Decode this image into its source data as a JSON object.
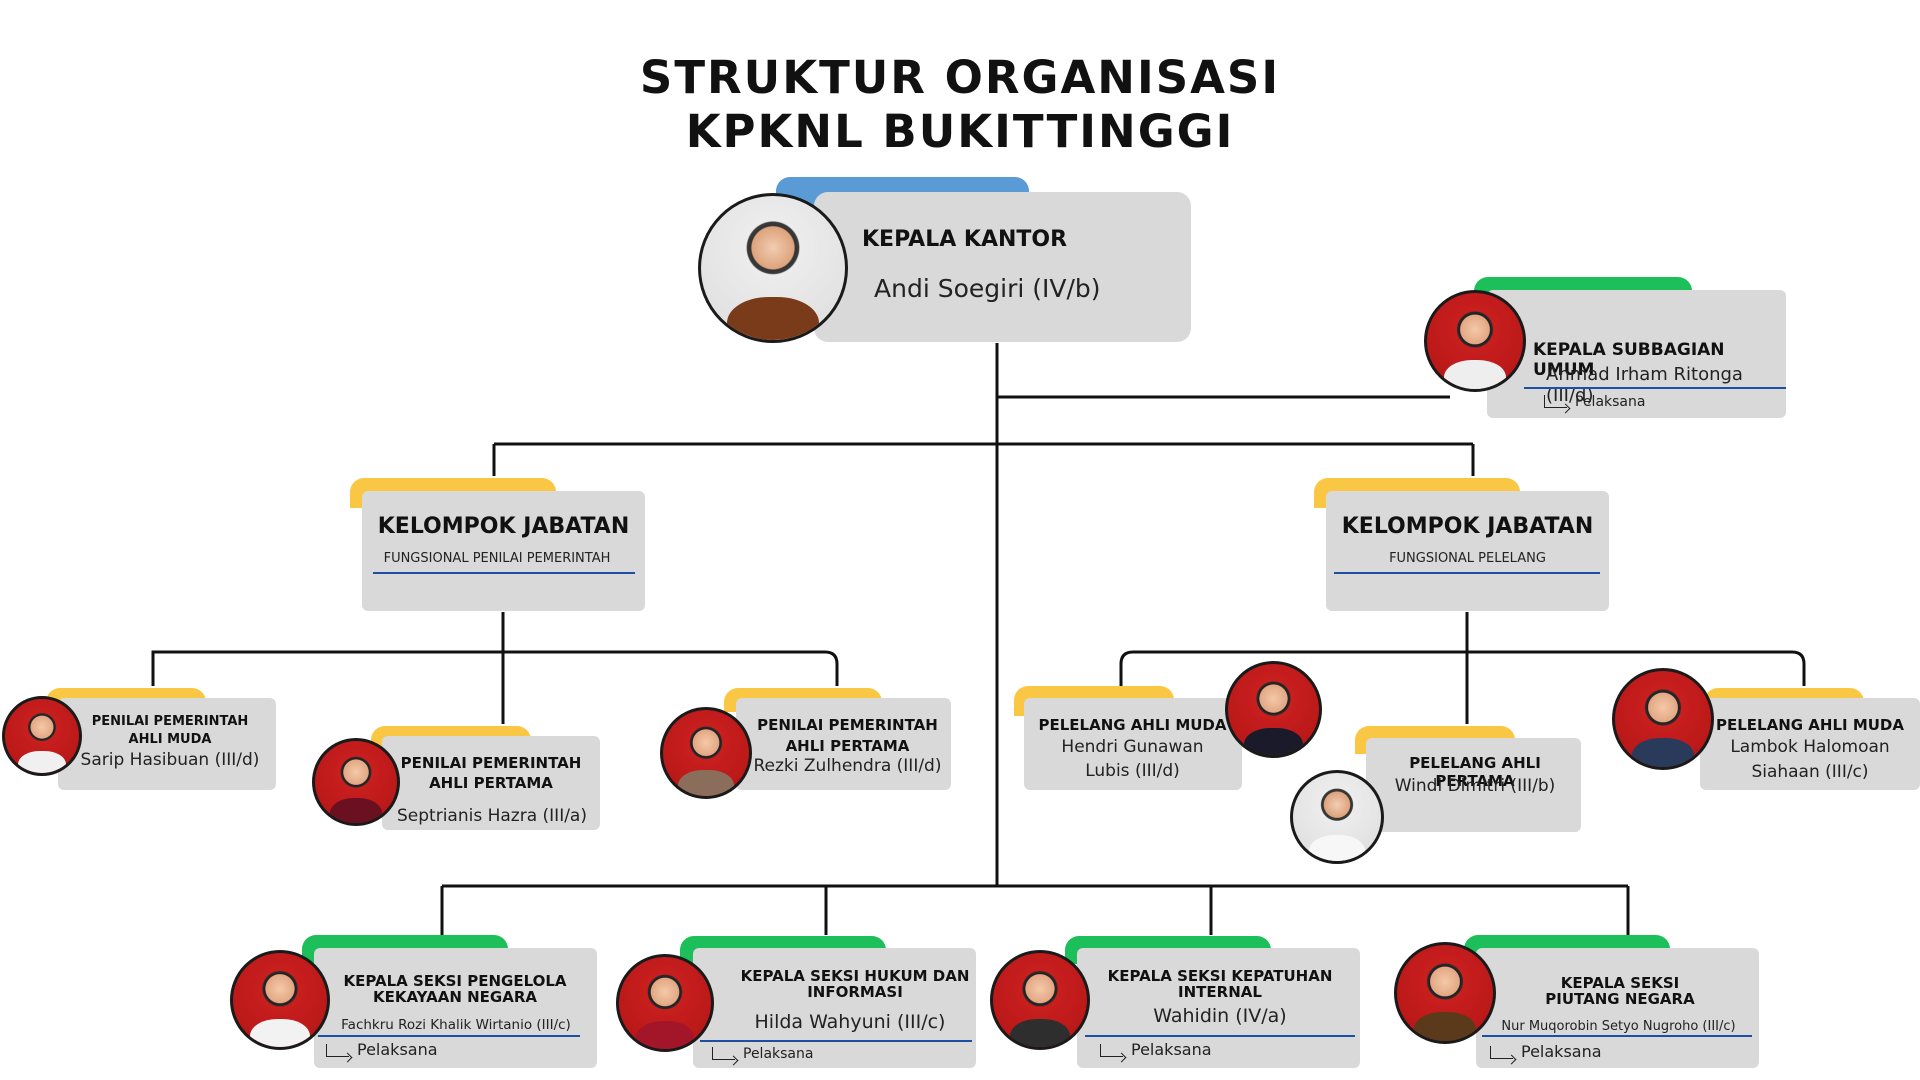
{
  "title": {
    "line1": "STRUKTUR ORGANISASI",
    "line2": "KPKNL BUKITTINGGI"
  },
  "colors": {
    "blue": "#5b9bd5",
    "green": "#1dbf5a",
    "yellow": "#f9c744",
    "box": "#d9d9d9",
    "underline": "#1f4fa0"
  },
  "head": {
    "role": "KEPALA KANTOR",
    "name": "Andi Soegiri (IV/b)"
  },
  "subbag": {
    "role": "KEPALA SUBBAGIAN UMUM",
    "name": "Ahmad Irham Ritonga (III/d)",
    "pelaksana": "Pelaksana"
  },
  "groups": [
    {
      "title": "KELOMPOK JABATAN",
      "subtitle": "FUNGSIONAL PENILAI PEMERINTAH"
    },
    {
      "title": "KELOMPOK JABATAN",
      "subtitle": "FUNGSIONAL PELELANG"
    }
  ],
  "penilai": [
    {
      "role1": "PENILAI PEMERINTAH",
      "role2": "AHLI MUDA",
      "name": "Sarip Hasibuan (III/d)"
    },
    {
      "role1": "PENILAI PEMERINTAH",
      "role2": "AHLI PERTAMA",
      "name": "Septrianis Hazra (III/a)"
    },
    {
      "role1": "PENILAI PEMERINTAH",
      "role2": "AHLI PERTAMA",
      "name": "Rezki Zulhendra (III/d)"
    }
  ],
  "pelelang": [
    {
      "role": "PELELANG AHLI MUDA",
      "name1": "Hendri Gunawan",
      "name2": "Lubis (III/d)"
    },
    {
      "role": "PELELANG AHLI PERTAMA",
      "name1": "Windi Dimitri (III/b)"
    },
    {
      "role": "PELELANG AHLI MUDA",
      "name1": "Lambok Halomoan",
      "name2": "Siahaan (III/c)"
    }
  ],
  "seksi": [
    {
      "role1": "KEPALA SEKSI PENGELOLA",
      "role2": "KEKAYAAN NEGARA",
      "name": "Fachkru Rozi Khalik Wirtanio (III/c)",
      "pelaksana": "Pelaksana"
    },
    {
      "role1": "KEPALA SEKSI HUKUM DAN",
      "role2": "INFORMASI",
      "name": "Hilda Wahyuni (III/c)",
      "pelaksana": "Pelaksana"
    },
    {
      "role1": "KEPALA SEKSI KEPATUHAN",
      "role2": "INTERNAL",
      "name": "Wahidin (IV/a)",
      "pelaksana": "Pelaksana"
    },
    {
      "role1": "KEPALA SEKSI",
      "role2": "PIUTANG NEGARA",
      "name": "Nur Muqorobin Setyo Nugroho (III/c)",
      "pelaksana": "Pelaksana"
    }
  ]
}
